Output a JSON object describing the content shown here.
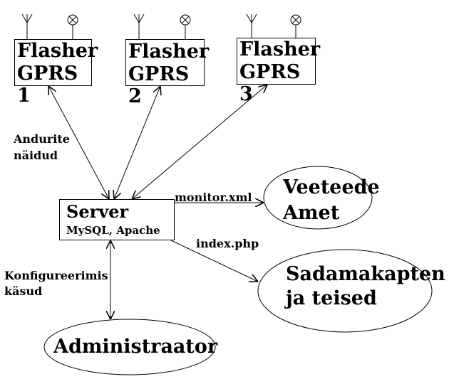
{
  "flashers": [
    {
      "line1": "Flasher",
      "line2": "GPRS 1"
    },
    {
      "line1": "Flasher",
      "line2": "GPRS 2"
    },
    {
      "line1": "Flasher",
      "line2": "GPRS 3"
    }
  ],
  "server": {
    "title": "Server",
    "subtitle": "MySQL, Apache"
  },
  "labels": {
    "sensor_readings_1": "Andurite",
    "sensor_readings_2": "näidud",
    "monitor": "monitor.xml",
    "index": "index.php",
    "config_1": "Konfigureerimis",
    "config_2": "käsud"
  },
  "nodes": {
    "veeteede_1": "Veeteede",
    "veeteede_2": "Amet",
    "sadamakapten_1": "Sadamakapten",
    "sadamakapten_2": "ja teised",
    "admin": "Administraator"
  }
}
